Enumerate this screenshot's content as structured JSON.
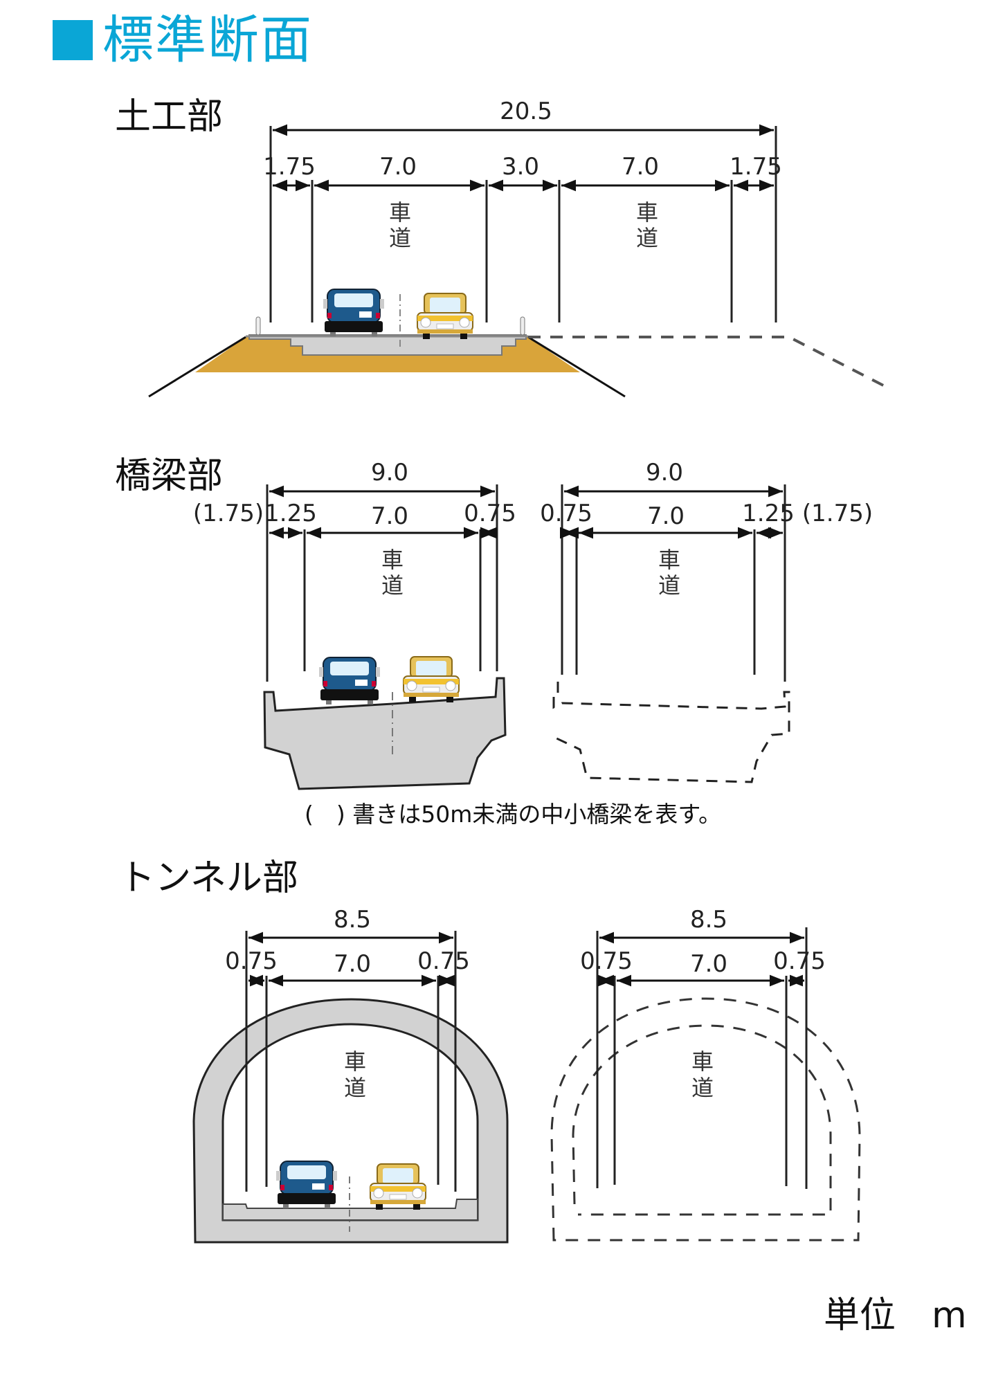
{
  "title": "標準断面",
  "colors": {
    "accent": "#0aa6d6",
    "fill_soil": "#d9a43a",
    "concrete": "#d2d2d2",
    "car_blue": "#1e5a8c",
    "car_yellow": "#f2c230",
    "line": "#222222"
  },
  "sections": {
    "earthwork": {
      "heading": "土工部",
      "total": "20.5",
      "segments": [
        "1.75",
        "7.0",
        "3.0",
        "7.0",
        "1.75"
      ],
      "lane_label_1": "車",
      "lane_label_2": "道"
    },
    "bridge": {
      "heading": "橋梁部",
      "left": {
        "total": "9.0",
        "segments": [
          "1.25",
          "7.0",
          "0.75"
        ],
        "paren": "(1.75)",
        "lane_label_1": "車",
        "lane_label_2": "道"
      },
      "right": {
        "total": "9.0",
        "segments": [
          "0.75",
          "7.0",
          "1.25"
        ],
        "paren": "(1.75)",
        "lane_label_1": "車",
        "lane_label_2": "道"
      },
      "note": "(　) 書きは50m未満の中小橋梁を表す。"
    },
    "tunnel": {
      "heading": "トンネル部",
      "left": {
        "total": "8.5",
        "segments": [
          "0.75",
          "7.0",
          "0.75"
        ],
        "lane_label_1": "車",
        "lane_label_2": "道"
      },
      "right": {
        "total": "8.5",
        "segments": [
          "0.75",
          "7.0",
          "0.75"
        ],
        "lane_label_1": "車",
        "lane_label_2": "道"
      }
    }
  },
  "unit": "単位　m"
}
